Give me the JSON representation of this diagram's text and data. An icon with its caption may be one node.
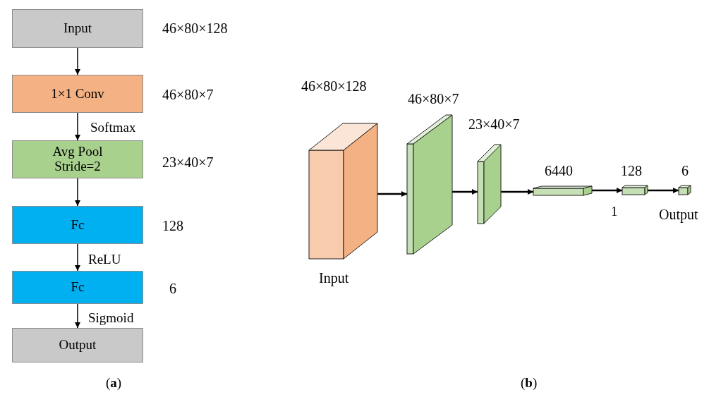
{
  "diagram": {
    "nodes": [
      {
        "text": [
          "Input"
        ],
        "beside": [
          "46×80×128"
        ]
      },
      {
        "text": [
          "1×1 Conv"
        ],
        "beside": [
          "46×80×7"
        ]
      },
      {
        "text": [
          "Avg Pool Stride=2"
        ],
        "beside": [
          "23×40×7"
        ]
      },
      {
        "text": [
          "Fc"
        ],
        "beside": [
          "128"
        ]
      },
      {
        "text": [
          "Fc"
        ],
        "beside": [
          "6"
        ]
      },
      {
        "text": [
          "Output"
        ]
      },
      {
        "text": [],
        "shape": "box",
        "beside": [
          "46×80×128",
          "Input"
        ]
      },
      {
        "text": [],
        "shape": "box",
        "beside": [
          "46×80×7"
        ]
      },
      {
        "text": [],
        "shape": "box",
        "beside": [
          "23×40×7"
        ]
      },
      {
        "text": [],
        "shape": "box",
        "beside": [
          "6440"
        ]
      },
      {
        "text": [],
        "shape": "box",
        "beside": [
          "128"
        ]
      },
      {
        "text": [],
        "shape": "box",
        "beside": [
          "6",
          "Output"
        ]
      }
    ],
    "edges": [
      {
        "from": 0,
        "to": 1,
        "arrow": "to"
      },
      {
        "from": 1,
        "to": 2,
        "arrow": "to",
        "label": "Softmax"
      },
      {
        "from": 2,
        "to": 3,
        "arrow": "to"
      },
      {
        "from": 3,
        "to": 4,
        "arrow": "to",
        "label": "ReLU"
      },
      {
        "from": 4,
        "to": 5,
        "arrow": "to",
        "label": "Sigmoid"
      },
      {
        "from": 6,
        "to": 7,
        "arrow": "to"
      },
      {
        "from": 7,
        "to": 8,
        "arrow": "to"
      },
      {
        "from": 8,
        "to": 9,
        "arrow": "to"
      },
      {
        "from": 9,
        "to": 10,
        "arrow": "to"
      },
      {
        "from": 10,
        "to": 11,
        "arrow": "to"
      }
    ],
    "labels": [
      "1",
      "(**a**)",
      "(**b**)"
    ]
  }
}
